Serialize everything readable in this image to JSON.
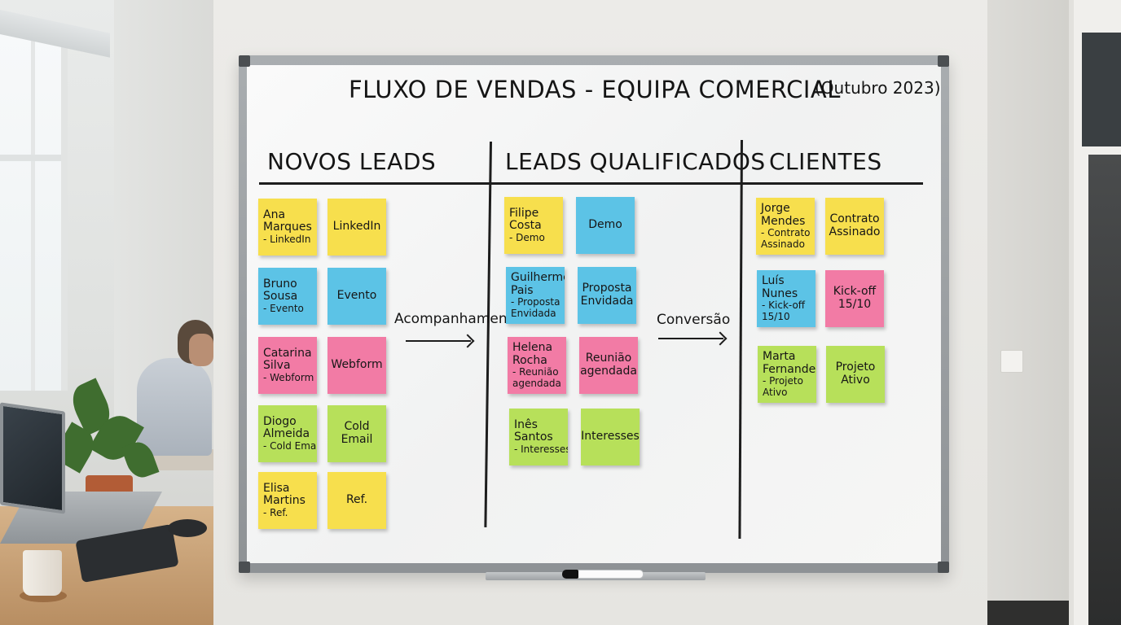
{
  "board": {
    "title": "FLUXO DE VENDAS - EQUIPA COMERCIAL",
    "subtitle": "(Outubro 2023)",
    "columns": [
      {
        "heading": "NOVOS LEADS"
      },
      {
        "heading": "LEADS QUALIFICADOS"
      },
      {
        "heading": "CLIENTES"
      }
    ],
    "arrows": [
      "Acompanhamento",
      "Conversão"
    ],
    "notes": [
      {
        "color": "#f7df4d",
        "lines": [
          "Ana",
          "Marques",
          "- LinkedIn"
        ]
      },
      {
        "color": "#f7df4d",
        "lines": [
          "LinkedIn"
        ]
      },
      {
        "color": "#5cc3e6",
        "lines": [
          "Bruno",
          "Sousa",
          "- Evento"
        ]
      },
      {
        "color": "#5cc3e6",
        "lines": [
          "Evento"
        ]
      },
      {
        "color": "#f27ba5",
        "lines": [
          "Catarina",
          "Silva",
          "- Webform"
        ]
      },
      {
        "color": "#f27ba5",
        "lines": [
          "Webform"
        ]
      },
      {
        "color": "#b7e05a",
        "lines": [
          "Diogo",
          "Almeida",
          "- Cold Email"
        ]
      },
      {
        "color": "#b7e05a",
        "lines": [
          "Cold",
          "Email"
        ]
      },
      {
        "color": "#f7df4d",
        "lines": [
          "Elisa",
          "Martins",
          "- Ref."
        ]
      },
      {
        "color": "#f7df4d",
        "lines": [
          "Ref."
        ]
      },
      {
        "color": "#f7df4d",
        "lines": [
          "Filipe",
          "Costa",
          "- Demo"
        ]
      },
      {
        "color": "#5cc3e6",
        "lines": [
          "Demo"
        ]
      },
      {
        "color": "#5cc3e6",
        "lines": [
          "Guilherme",
          "Pais",
          "- Proposta",
          "Envidada"
        ]
      },
      {
        "color": "#5cc3e6",
        "lines": [
          "Proposta",
          "Envidada"
        ]
      },
      {
        "color": "#f27ba5",
        "lines": [
          "Helena",
          "Rocha",
          "- Reunião",
          "agendada"
        ]
      },
      {
        "color": "#f27ba5",
        "lines": [
          "Reunião",
          "agendada"
        ]
      },
      {
        "color": "#b7e05a",
        "lines": [
          "Inês",
          "Santos",
          "- Interesses"
        ]
      },
      {
        "color": "#b7e05a",
        "lines": [
          "Interesses"
        ]
      },
      {
        "color": "#f7df4d",
        "lines": [
          "Jorge",
          "Mendes",
          "- Contrato",
          "Assinado"
        ]
      },
      {
        "color": "#f7df4d",
        "lines": [
          "Contrato",
          "Assinado"
        ]
      },
      {
        "color": "#5cc3e6",
        "lines": [
          "Luís",
          "Nunes",
          "- Kick-off",
          "15/10"
        ]
      },
      {
        "color": "#f27ba5",
        "lines": [
          "Kick-off",
          "15/10"
        ]
      },
      {
        "color": "#b7e05a",
        "lines": [
          "Marta",
          "Fernandes",
          "- Projeto",
          "Ativo"
        ]
      },
      {
        "color": "#b7e05a",
        "lines": [
          "Projeto",
          "Ativo"
        ]
      }
    ]
  }
}
